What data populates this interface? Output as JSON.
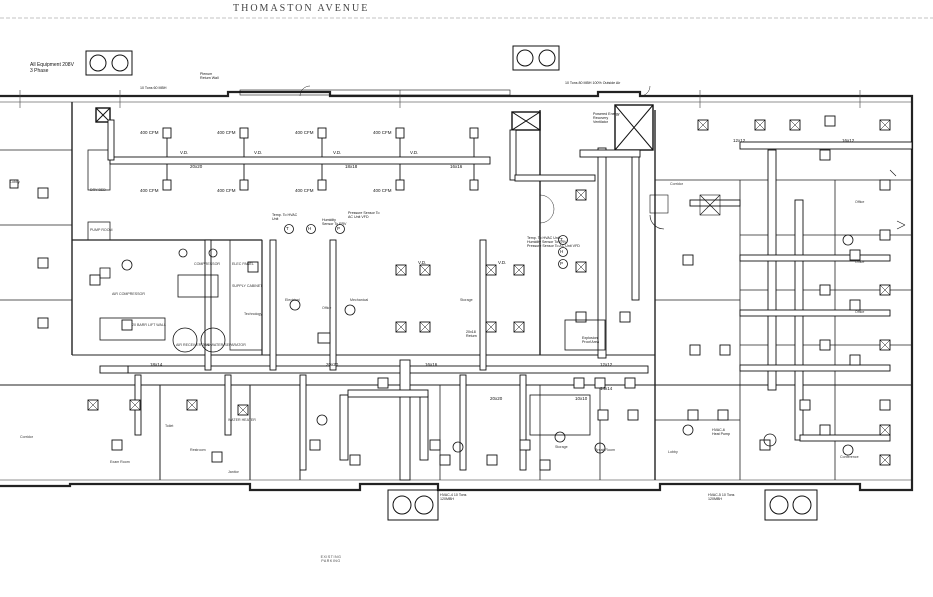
{
  "street_name": "THOMASTON AVENUE",
  "parking_label": "EXISTING PARKING",
  "notes": {
    "equipment": "All Equipment 208V\n3 Phase",
    "plenum": "Plenum\nReturn Wall",
    "rtu_left": "10 Tons 60 MBH",
    "rtu_right": "10 Tons 80 MBH 100% Outside Air",
    "rtu_right_sub": "Powered Energy Recovery Ventilator",
    "temp_sensor": "Temp. To HVAC Unit",
    "humidity_sensor": "Humidity Sensor To ERV",
    "pressure_sensor": "Pressure Sensor To AC Unit VFD",
    "right_sensors": "Temp. To HVAC Unit\nHumidity Sensor To ERV\nPressure Sensor To AC Unit VFD",
    "explosion": "Explosion\nProof Area",
    "return": "20x18\nReturn",
    "hvac4": "HVAC-4 10 Tons\n120MBH",
    "hvac5": "HVAC-5 10 Tons\n120MBH",
    "hvac6": "HVAC-6\nHeat Pump"
  },
  "sensor_symbols": [
    "T",
    "H",
    "P"
  ],
  "cfm_labels": [
    "400 CFM",
    "400 CFM",
    "400 CFM",
    "400 CFM",
    "400 CFM",
    "400 CFM",
    "400 CFM",
    "400 CFM"
  ],
  "vd_label": "V.D.",
  "duct_sizes": [
    "20x20",
    "18x18",
    "16x16",
    "20x20",
    "16x16",
    "12x12",
    "20x20",
    "18x14",
    "12x12",
    "16x12",
    "10x10",
    "14x14"
  ],
  "rooms": [
    "PUMP ROOM",
    "DRY BED",
    "COMPRESSOR",
    "SUPPLY CABINET",
    "Technology",
    "Corridor",
    "Lobby",
    "Break Room",
    "Conference",
    "Storage",
    "Office",
    "Restroom",
    "Mechanical",
    "Electrical",
    "Exam Room",
    "Toilet",
    "Janitor",
    "Corridor",
    "Lobby",
    "Office",
    "Office",
    "Office",
    "Storage"
  ],
  "equipment_labels": [
    "AIR COMPRESSOR",
    "20 BARR LIFT WALL",
    "AIR RECEIVER TANK",
    "OIL WATER SEPARATOR",
    "ELEC PANEL",
    "WATER HEATER"
  ]
}
